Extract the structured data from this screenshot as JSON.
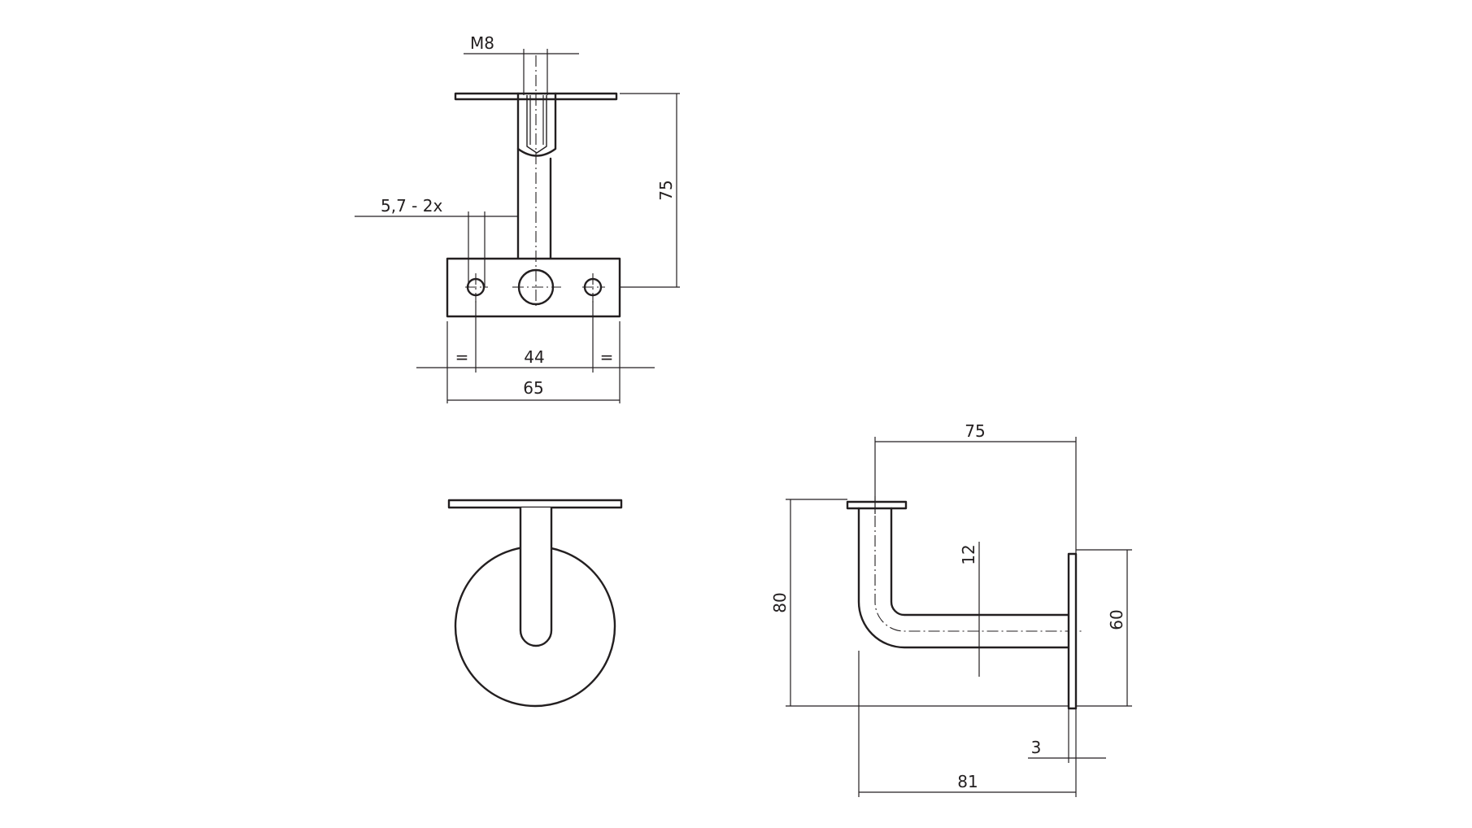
{
  "labels": {
    "thread": "M8",
    "holes": "5,7 - 2x",
    "height_top": "75",
    "equal_left": "=",
    "hole_spacing": "44",
    "equal_right": "=",
    "plate_width": "65",
    "reach_top": "75",
    "tube_diameter": "12",
    "total_height": "80",
    "plate_height": "60",
    "plate_thickness": "3",
    "total_reach": "81"
  },
  "colors": {
    "line": "#231f20",
    "background": "#ffffff"
  }
}
